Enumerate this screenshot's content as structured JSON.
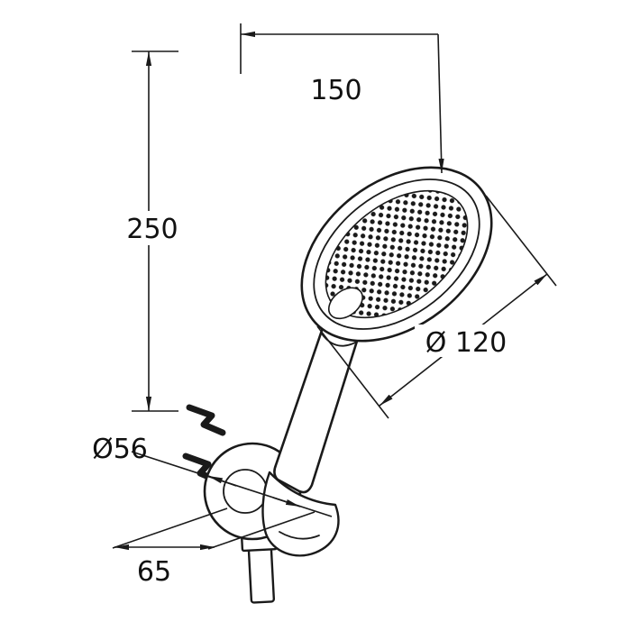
{
  "figure": {
    "type": "technical-dimension-drawing",
    "subject": "hand shower with wall holder and hose",
    "line_color": "#1a1a1a",
    "background": "#ffffff",
    "dimensions": {
      "height": "250",
      "width": "150",
      "head_diameter": "Ø 120",
      "holder_diameter": "Ø56",
      "depth": "65"
    }
  }
}
